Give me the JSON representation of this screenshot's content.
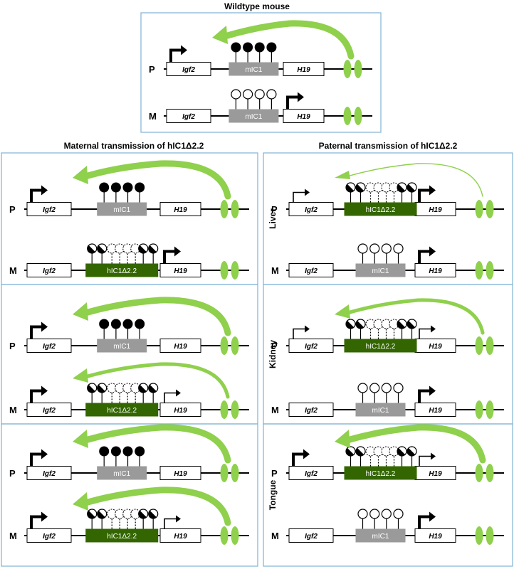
{
  "header": {
    "title": "Wildtype mouse",
    "maternal_title": "Maternal transmission of hIC1Δ2.2",
    "paternal_title": "Paternal transmission of hIC1Δ2.2"
  },
  "labels": {
    "paternal": "P",
    "maternal": "M",
    "igf2": "Igf2",
    "h19": "H19",
    "mic1": "mIC1",
    "hic1": "hIC1Δ2.2"
  },
  "tissues": [
    "Liver",
    "Kidney",
    "Tongue"
  ],
  "colors": {
    "frame": "#7fb2d6",
    "arrow_green": "#8fd04c",
    "enhancer_green": "#8fd04c",
    "mic1_gray": "#9a9a9a",
    "hic1_green": "#336600"
  },
  "icons": {
    "promoter": "promoter-arrow-icon",
    "enhancer": "enhancer-oval-icon",
    "methylated_cpg": "filled-lollipop-icon",
    "unmethylated_cpg": "open-lollipop-icon",
    "partial_cpg": "half-filled-lollipop-icon",
    "deleted_cpg": "dashed-lollipop-icon"
  },
  "panels": [
    {
      "id": "wildtype",
      "tissue": null,
      "P": {
        "ic": "mIC1",
        "methyl": "full",
        "igf2": "strong",
        "h19": "none",
        "loop": "strong"
      },
      "M": {
        "ic": "mIC1",
        "methyl": "none",
        "igf2": "none",
        "h19": "strong",
        "loop": "none"
      }
    },
    {
      "id": "maternal-liver",
      "tissue": null,
      "P": {
        "ic": "mIC1",
        "methyl": "full",
        "igf2": "strong",
        "h19": "none",
        "loop": "strong"
      },
      "M": {
        "ic": "hIC1",
        "methyl": "partial",
        "igf2": "none",
        "h19": "strong",
        "loop": "none"
      }
    },
    {
      "id": "maternal-kidney",
      "tissue": null,
      "P": {
        "ic": "mIC1",
        "methyl": "full",
        "igf2": "strong",
        "h19": "none",
        "loop": "strong"
      },
      "M": {
        "ic": "hIC1",
        "methyl": "partial",
        "igf2": "strong",
        "h19": "weak",
        "loop": "medium"
      }
    },
    {
      "id": "maternal-tongue",
      "tissue": null,
      "P": {
        "ic": "mIC1",
        "methyl": "full",
        "igf2": "strong",
        "h19": "none",
        "loop": "strong"
      },
      "M": {
        "ic": "hIC1",
        "methyl": "partial",
        "igf2": "strong",
        "h19": "weak",
        "loop": "strong"
      }
    },
    {
      "id": "paternal-liver",
      "tissue": "Liver",
      "P": {
        "ic": "hIC1",
        "methyl": "partial",
        "igf2": "weak",
        "h19": "strong",
        "loop": "weak"
      },
      "M": {
        "ic": "mIC1",
        "methyl": "none",
        "igf2": "none",
        "h19": "strong",
        "loop": "none"
      }
    },
    {
      "id": "paternal-kidney",
      "tissue": "Kidney",
      "P": {
        "ic": "hIC1",
        "methyl": "partial",
        "igf2": "weak",
        "h19": "weak",
        "loop": "medium"
      },
      "M": {
        "ic": "mIC1",
        "methyl": "none",
        "igf2": "none",
        "h19": "strong",
        "loop": "none"
      }
    },
    {
      "id": "paternal-tongue",
      "tissue": "Tongue",
      "P": {
        "ic": "hIC1",
        "methyl": "partial",
        "igf2": "strong",
        "h19": "weak",
        "loop": "strong"
      },
      "M": {
        "ic": "mIC1",
        "methyl": "none",
        "igf2": "none",
        "h19": "strong",
        "loop": "none"
      }
    }
  ]
}
